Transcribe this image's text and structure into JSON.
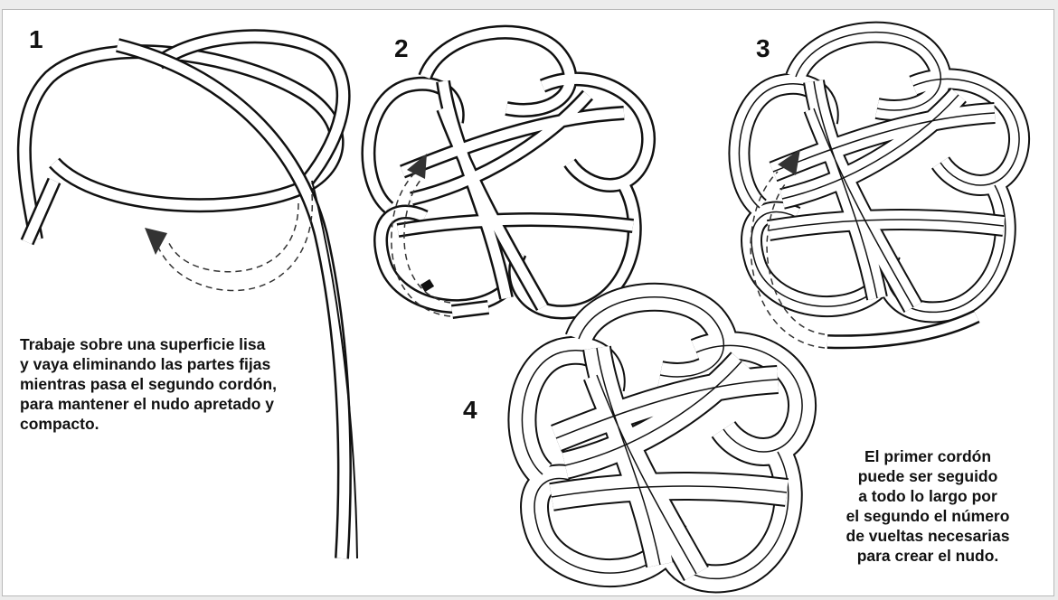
{
  "steps": [
    {
      "label": "1"
    },
    {
      "label": "2"
    },
    {
      "label": "3"
    },
    {
      "label": "4"
    }
  ],
  "caption_left": [
    "Trabaje sobre una superficie lisa",
    "y vaya eliminando las partes fijas",
    "mientras pasa el segundo cordón,",
    "para mantener el nudo apretado y",
    "compacto."
  ],
  "caption_right": [
    "El primer cordón",
    "puede ser seguido",
    "a todo lo largo por",
    "el segundo el número",
    "de vueltas necesarias",
    "para crear el nudo."
  ],
  "colors": {
    "cord_outline": "#111111",
    "cord_fill": "#ffffff",
    "arrow_fill": "#333333",
    "frame_border": "#b8b8b8",
    "background": "#ececec"
  }
}
